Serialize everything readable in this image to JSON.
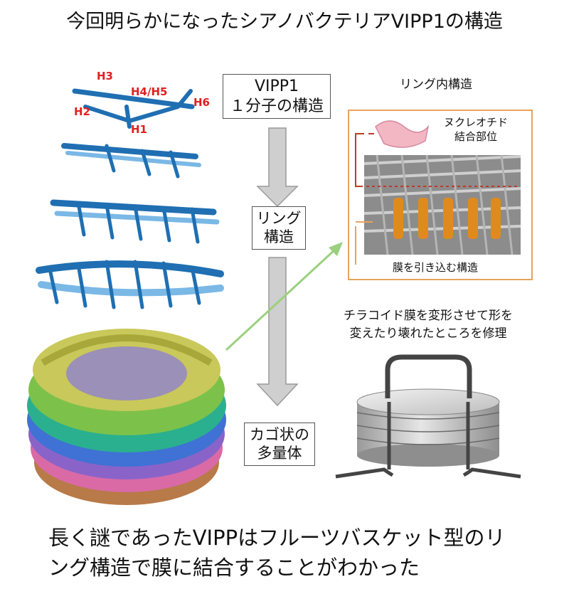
{
  "title": "今回明らかになったシアノバクテリアVIPP1の構造",
  "steps": {
    "monomer_line1": "VIPP1",
    "monomer_line2": "１分子の構造",
    "ring_line1": "リング",
    "ring_line2": "構造",
    "cage_line1": "カゴ状の",
    "cage_line2": "多量体"
  },
  "helices": [
    "H3",
    "H4/H5",
    "H2",
    "H6",
    "H1"
  ],
  "inset": {
    "heading": "リング内構造",
    "nucleotide_line1": "ヌクレオチド",
    "nucleotide_line2": "結合部位",
    "membrane_label": "膜を引き込む構造"
  },
  "function_text": {
    "line1": "チラコイド膜を変形させて形を",
    "line2": "変えたり壊れたところを修理"
  },
  "conclusion": {
    "line1": "長く謎であったVIPPはフルーツバスケット型のリ",
    "line2": "ング構造で膜に結合することがわかった"
  },
  "colors": {
    "helix_label": "#e02020",
    "arrow_gray": "#cfcfcf",
    "green_arrow": "#9bd07f",
    "inset_border": "#e8a35a",
    "red_marker": "#c0392b",
    "orange_marker": "#e8a35a"
  }
}
